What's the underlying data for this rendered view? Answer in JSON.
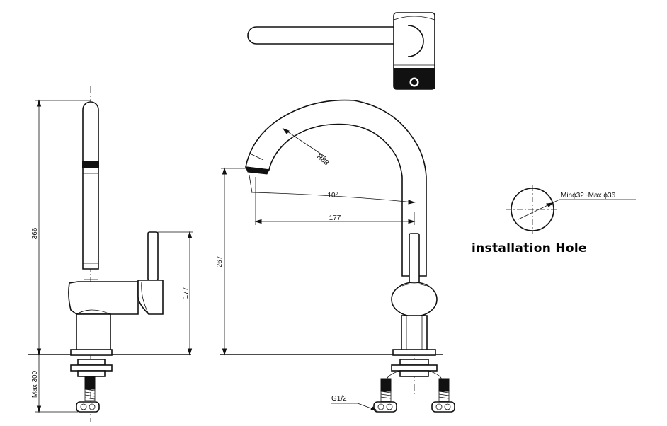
{
  "dimensions": {
    "total_height": "366",
    "lever_height": "177",
    "max_depth": "Max 300",
    "spout_height": "267",
    "swivel_angle": "10°",
    "spout_reach": "177",
    "spout_radius": "R88",
    "connection_thread": "G1/2"
  },
  "installation": {
    "hole_size_label": "Minϕ32~Max ϕ36",
    "title": "installation Hole"
  }
}
